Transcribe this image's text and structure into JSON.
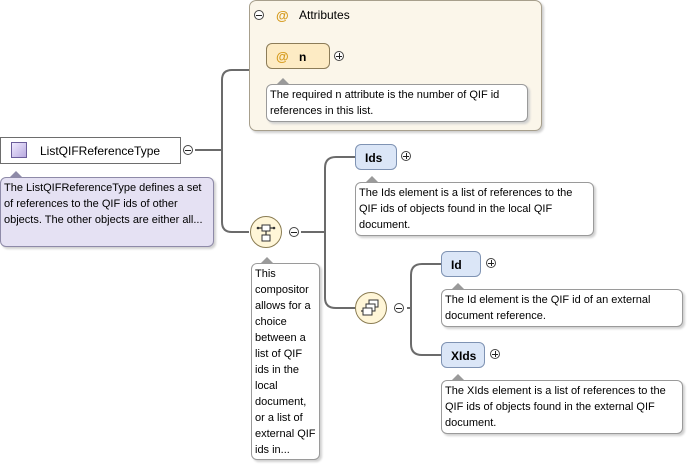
{
  "attributes": {
    "group_title": "Attributes",
    "at_symbol": "@",
    "n": {
      "name": "n",
      "note": "The required n attribute is the number of QIF id references in this list."
    }
  },
  "type": {
    "name": "ListQIFReferenceType",
    "note": "The ListQIFReferenceType defines a set of references to the QIF ids of other objects. The other objects are either all..."
  },
  "sequence": {
    "note": "This compositor allows for a choice between a list of QIF ids in the local document, or a list of external QIF ids in..."
  },
  "elements": {
    "ids": {
      "name": "Ids",
      "note": "The Ids element is a list of references to the QIF ids of objects found in the local QIF document."
    },
    "id": {
      "name": "Id",
      "note": "The Id element is the QIF id of an external document reference."
    },
    "xids": {
      "name": "XIds",
      "note": "The XIds element is a list of references to the QIF ids of objects found in the external QIF document."
    }
  },
  "colors": {
    "element_fill": "#dbe6f7",
    "attribute_fill": "#fdebc4",
    "note_fill": "#ffffff",
    "type_note_fill": "#e5e1f3",
    "compositor_fill": "#fff6d8"
  }
}
